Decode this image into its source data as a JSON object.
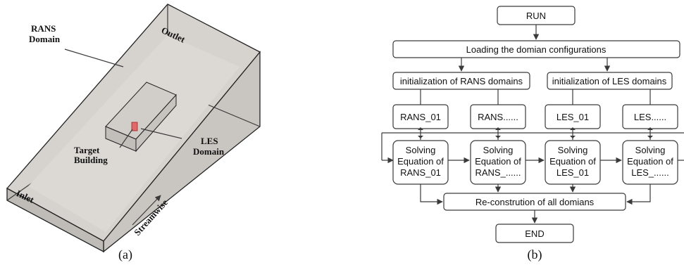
{
  "panel_a": {
    "caption": "(a)",
    "labels": {
      "rans_domain_1": "RANS",
      "rans_domain_2": "Domain",
      "outlet": "Outlet",
      "inlet": "Inlet",
      "les_domain_1": "LES",
      "les_domain_2": "Domain",
      "target_building_1": "Target",
      "target_building_2": "Building",
      "streamwise": "Streamwise"
    },
    "colors": {
      "domain_fill": "#cbc8c4",
      "domain_top": "#d8d5d1",
      "building": "#e05050"
    }
  },
  "panel_b": {
    "caption": "(b)",
    "run": "RUN",
    "loading": "Loading the domian configurations",
    "init_rans": "initialization of RANS domains",
    "init_les": "initialization of LES domains",
    "domains": [
      "RANS_01",
      "RANS......",
      "LES_01",
      "LES......"
    ],
    "solvers": [
      [
        "Solving",
        "Equation of",
        "RANS_01"
      ],
      [
        "Solving",
        "Equation of",
        "RANS_......"
      ],
      [
        "Solving",
        "Equation of",
        "LES_01"
      ],
      [
        "Solving",
        "Equation of",
        "LES_......"
      ]
    ],
    "reconstruct": "Re-constrution of all domians",
    "end": "END"
  }
}
